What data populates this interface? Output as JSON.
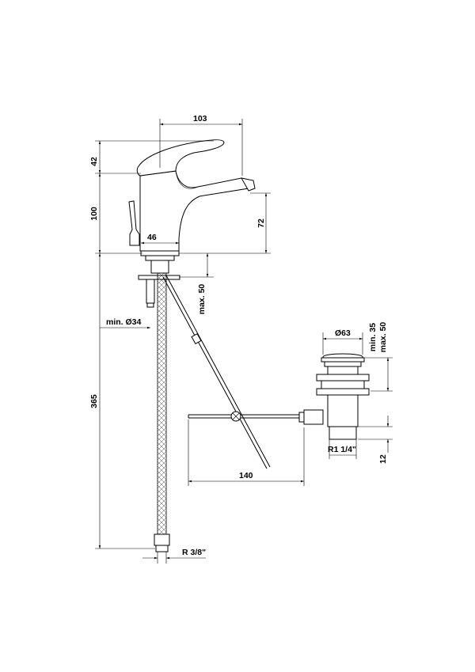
{
  "dimensions": {
    "overall_width": "103",
    "handle_height": "42",
    "body_height": "100",
    "spout_height": "72",
    "body_diameter": "46",
    "max_counter_thickness": "max. 50",
    "min_hole_diameter": "min. Ø34",
    "hose_length": "365",
    "hose_thread": "R 3/8\"",
    "pop_up_reach": "140",
    "waste_top_diameter": "Ø63",
    "waste_min_thickness": "min. 35",
    "waste_max_thickness": "max. 50",
    "waste_thread": "R1 1/4\"",
    "waste_bottom_height": "12"
  }
}
